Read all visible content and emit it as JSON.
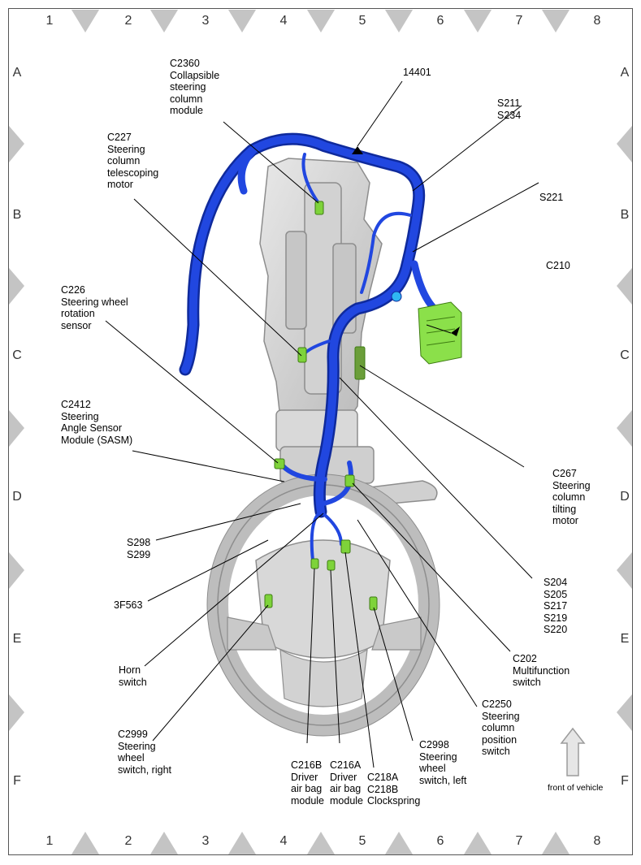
{
  "grid": {
    "columns": [
      "1",
      "2",
      "3",
      "4",
      "5",
      "6",
      "7",
      "8"
    ],
    "rows": [
      "A",
      "B",
      "C",
      "D",
      "E",
      "F"
    ]
  },
  "labels": {
    "c2360": "C2360\nCollapsible\nsteering\ncolumn\nmodule",
    "p14401": "14401",
    "s211": "S211\nS234",
    "c227": "C227\nSteering\ncolumn\ntelescoping\nmotor",
    "s221": "S221",
    "c210": "C210",
    "c226": "C226\nSteering wheel\nrotation\nsensor",
    "c2412": "C2412\nSteering\nAngle Sensor\nModule (SASM)",
    "c267": "C267\nSteering\ncolumn\ntilting\nmotor",
    "s298": "S298\nS299",
    "f3563": "3F563",
    "s204": "S204\nS205\nS217\nS219\nS220",
    "c202": "C202\nMultifunction\nswitch",
    "horn": "Horn\nswitch",
    "c2250": "C2250\nSteering\ncolumn\nposition\nswitch",
    "c2999": "C2999\nSteering\nwheel\nswitch, right",
    "c2998": "C2998\nSteering\nwheel\nswitch, left",
    "c216b": "C216B\nDriver\nair bag\nmodule",
    "c216a": "C216A\nDriver\nair bag\nmodule",
    "c218": "C218A\nC218B\nClockspring",
    "front": "front of vehicle"
  },
  "colors": {
    "harness": "#1f3fd6",
    "harness_dark": "#0f2a9c",
    "connector": "#7ed33a",
    "part": "#d6d6d6",
    "part_edge": "#9a9a9a",
    "frame_marker": "#bfbfbf"
  }
}
